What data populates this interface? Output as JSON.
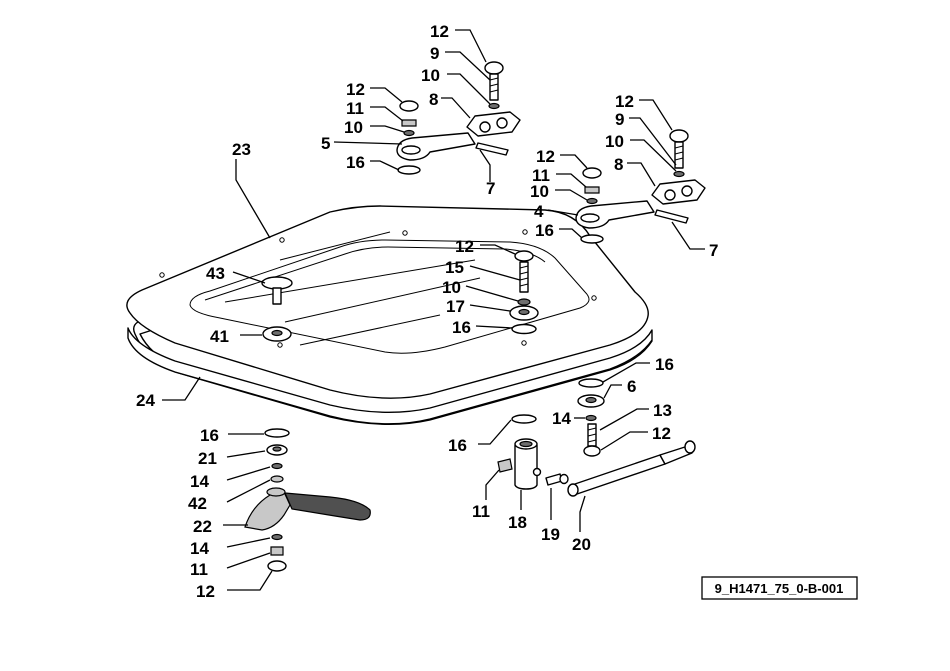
{
  "drawing_code": "9_H1471_75_0-B-001",
  "callouts": [
    "12",
    "9",
    "10",
    "8",
    "12",
    "11",
    "10",
    "5",
    "16",
    "7",
    "23",
    "12",
    "9",
    "10",
    "8",
    "12",
    "11",
    "10",
    "4",
    "16",
    "7",
    "12",
    "15",
    "43",
    "10",
    "17",
    "16",
    "41",
    "24",
    "16",
    "6",
    "14",
    "13",
    "12",
    "16",
    "21",
    "14",
    "42",
    "22",
    "14",
    "11",
    "12",
    "16",
    "11",
    "18",
    "19",
    "20"
  ]
}
